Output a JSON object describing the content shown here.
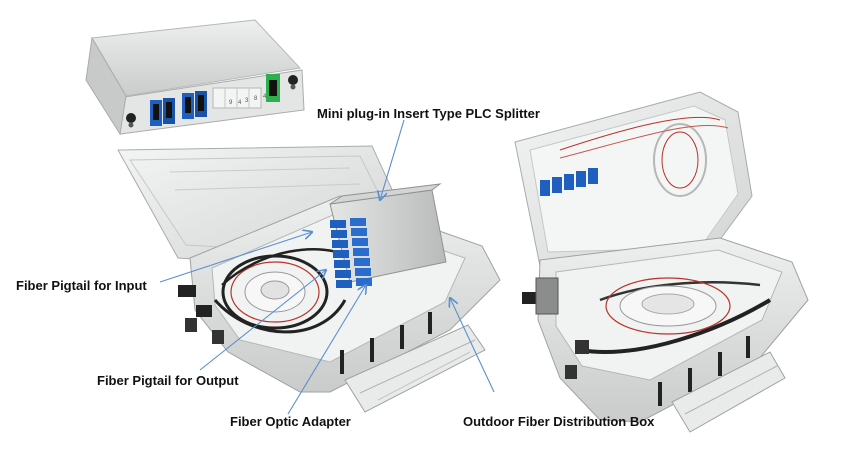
{
  "labels": {
    "splitter": "Mini plug-in Insert Type PLC Splitter",
    "pigtail_input": "Fiber Pigtail for Input",
    "pigtail_output": "Fiber Pigtail for Output",
    "adapter": "Fiber Optic Adapter",
    "box": "Outdoor Fiber Distribution Box"
  },
  "splitter_port_marks": [
    "9",
    "4",
    "3",
    "8",
    "4"
  ],
  "colors": {
    "enclosure_body": "#dfe1e0",
    "enclosure_shadow": "#b9bcbb",
    "sc_adapter_blue": "#1f5fbf",
    "apc_adapter_green": "#2fae4e",
    "callout_line": "#5b8fd0",
    "fiber_red": "#b8342a",
    "cable_black": "#222222"
  }
}
